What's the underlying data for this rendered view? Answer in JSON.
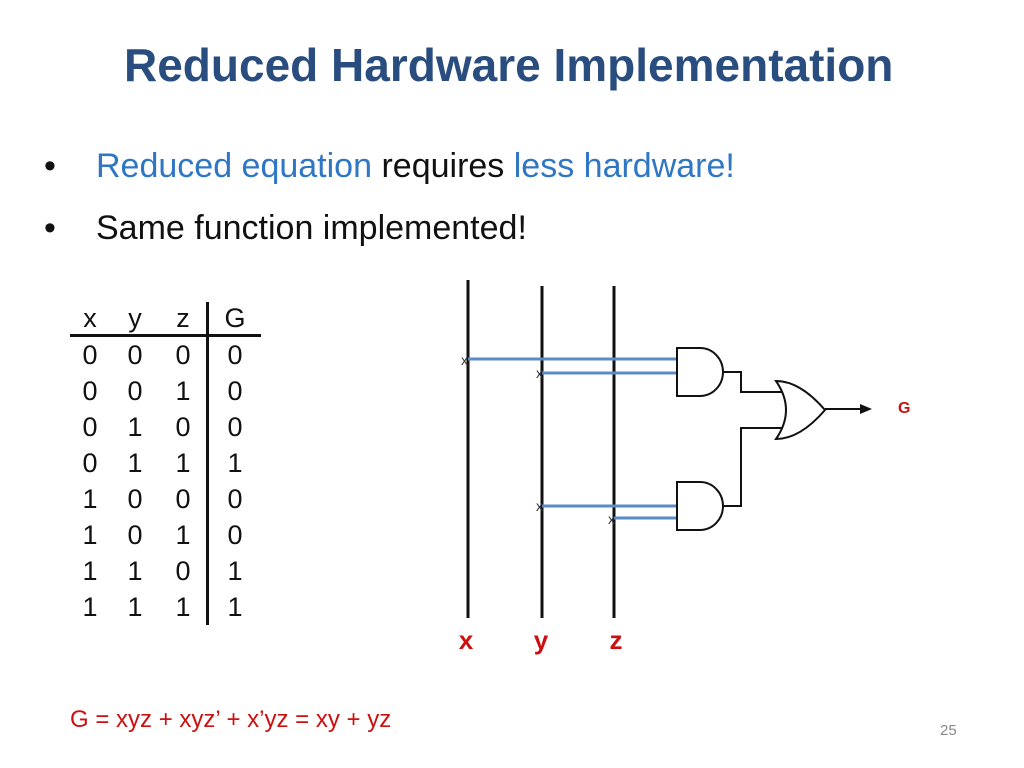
{
  "slide": {
    "title": "Reduced Hardware Implementation",
    "bullets": [
      {
        "parts": [
          {
            "text": "Reduced equation",
            "highlight": true
          },
          {
            "text": " requires ",
            "highlight": false
          },
          {
            "text": "less hardware!",
            "highlight": true
          }
        ]
      },
      {
        "parts": [
          {
            "text": "Same function implemented!",
            "highlight": false
          }
        ]
      }
    ],
    "equation": "G = xyz + xyz’ + x’yz = xy + yz",
    "page_number": "25"
  },
  "truth_table": {
    "headers": [
      "x",
      "y",
      "z",
      "G"
    ],
    "rows": [
      [
        "0",
        "0",
        "0",
        "0"
      ],
      [
        "0",
        "0",
        "1",
        "0"
      ],
      [
        "0",
        "1",
        "0",
        "0"
      ],
      [
        "0",
        "1",
        "1",
        "1"
      ],
      [
        "1",
        "0",
        "0",
        "0"
      ],
      [
        "1",
        "0",
        "1",
        "0"
      ],
      [
        "1",
        "1",
        "0",
        "1"
      ],
      [
        "1",
        "1",
        "1",
        "1"
      ]
    ]
  },
  "circuit": {
    "input_labels": [
      "x",
      "y",
      "z"
    ],
    "output_label": "G",
    "junction_mark": "x",
    "colors": {
      "wire": "#5b8bc4",
      "label": "#cc1010",
      "line": "#111111"
    }
  }
}
